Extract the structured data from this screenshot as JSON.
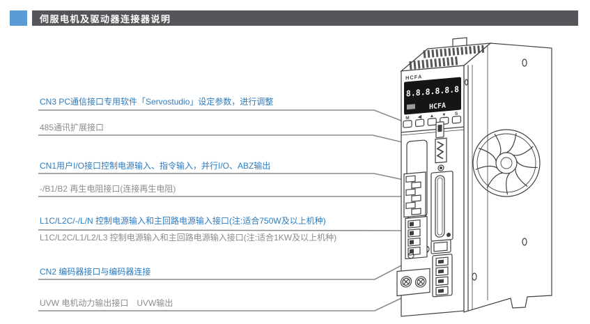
{
  "header": {
    "title": "伺服电机及驱动器连接器说明"
  },
  "callouts": [
    {
      "id": "cn3",
      "text": "CN3 PC通信接口专用软件「Servostudio」设定参数，进行调整",
      "emphasis": true
    },
    {
      "id": "rs485",
      "text": "485通讯扩展接口",
      "emphasis": false
    },
    {
      "id": "cn1",
      "text": "CN1用户I/O接口控制电源输入、指令输入，并行I/O、ABZ输出",
      "emphasis": true
    },
    {
      "id": "regen",
      "text": "-/B1/B2 再生电阻接口(连接再生电阻)",
      "emphasis": false
    },
    {
      "id": "power-750w",
      "text": "L1C/L2C/-/L/N  控制电源输入和主回路电源输入接口(注:适合750W及以上机种)",
      "emphasis": true
    },
    {
      "id": "power-1kw",
      "text": "L1C/L2C/L1/L2/L3  控制电源输入和主回路电源输入接口(注:适合1KW及以上机种)",
      "emphasis": false
    },
    {
      "id": "cn2",
      "text": "CN2 编码器接口与编码器连接",
      "emphasis": true
    },
    {
      "id": "uvw",
      "text": "UVW 电机动力输出接口　UVW输出",
      "emphasis": false
    }
  ],
  "device": {
    "brand": "HCFA",
    "display_digits": "8.8.8.8.8.8",
    "display_text": "HCFA",
    "buttons": [
      "M",
      "◀",
      "▲",
      "▼",
      "S"
    ]
  },
  "colors": {
    "accent_blue": "#5b9bd5",
    "header_bar": "#54565a",
    "link_blue": "#2b7cc1",
    "label_gray": "#8c8c8c",
    "leader_line": "#8a8a8a",
    "drawing_ink": "#3f3f3f"
  }
}
